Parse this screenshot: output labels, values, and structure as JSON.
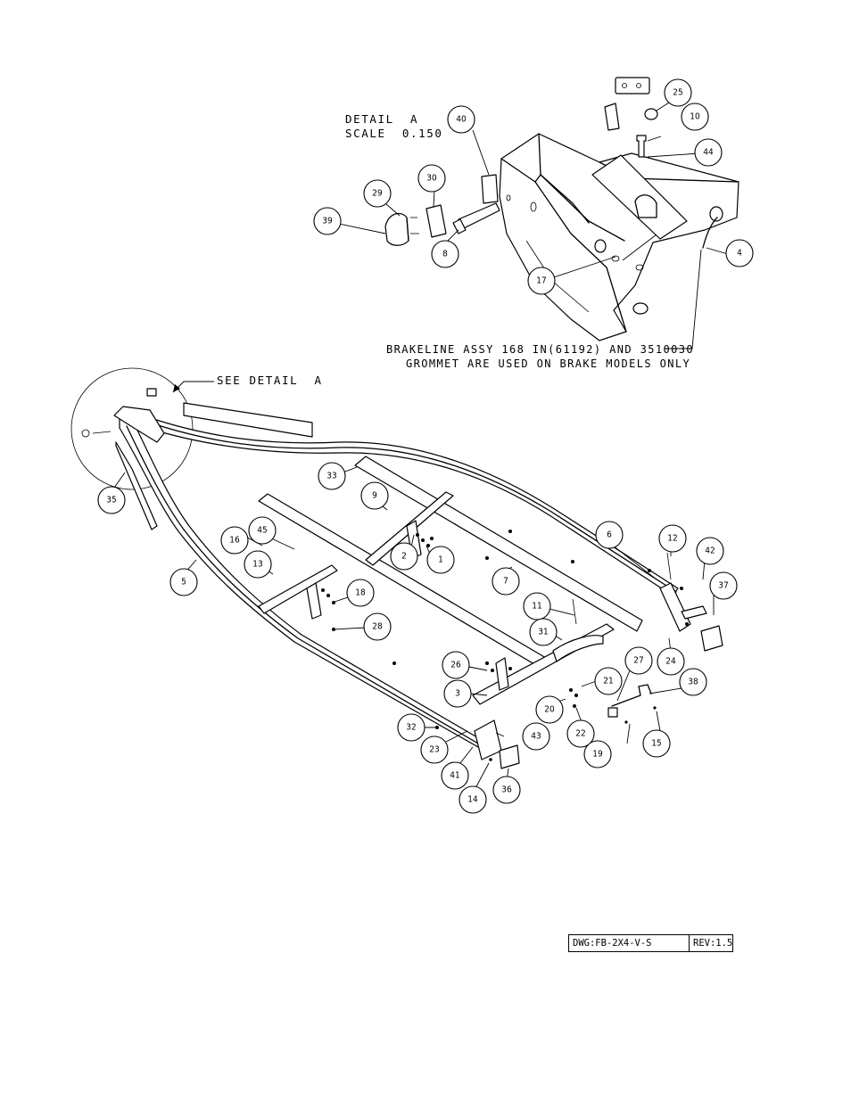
{
  "detail": {
    "title": "DETAIL  A",
    "scale": "SCALE  0.150"
  },
  "notes": {
    "brake_line_1": "BRAKELINE ASSY 168 IN(61192) AND 3510030",
    "brake_line_2": "GROMMET ARE USED ON BRAKE MODELS ONLY",
    "see_detail": "SEE DETAIL  A"
  },
  "title_block": {
    "dwg": "DWG:FB-2X4-V-S",
    "rev": "REV:1.5"
  },
  "balloons": [
    "1",
    "2",
    "3",
    "4",
    "5",
    "6",
    "7",
    "8",
    "9",
    "10",
    "11",
    "12",
    "13",
    "14",
    "15",
    "16",
    "17",
    "18",
    "19",
    "20",
    "21",
    "22",
    "23",
    "24",
    "25",
    "26",
    "27",
    "28",
    "29",
    "30",
    "31",
    "32",
    "33",
    "35",
    "36",
    "37",
    "38",
    "39",
    "40",
    "41",
    "42",
    "43",
    "44",
    "45"
  ]
}
